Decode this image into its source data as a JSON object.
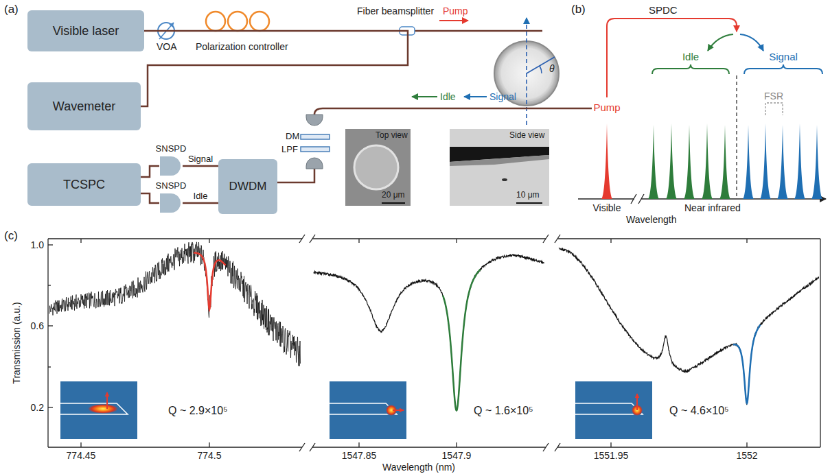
{
  "diagram": {
    "nodes": [
      {
        "text": [
          "Visible laser"
        ]
      },
      {
        "text": [
          "Wavemeter"
        ]
      },
      {
        "text": [
          "TCSPC"
        ]
      },
      {
        "text": [
          "SNSPD"
        ]
      },
      {
        "text": [
          "SNSPD"
        ]
      },
      {
        "text": [
          "DWDM"
        ]
      }
    ],
    "edges": [
      {
        "from": 0,
        "to": 1,
        "arrow": "none"
      },
      {
        "from": 5,
        "to": 3,
        "label": "Signal",
        "arrow": "none"
      },
      {
        "from": 5,
        "to": 4,
        "label": "Idle",
        "arrow": "none"
      },
      {
        "from": 3,
        "to": 2,
        "arrow": "none"
      },
      {
        "from": 4,
        "to": 2,
        "arrow": "none"
      }
    ],
    "labels": [
      "(a)",
      "VOA",
      "Polarization controller",
      "Fiber beamsplitter",
      "Pump",
      "θ",
      "Idle",
      "Signal",
      "DM",
      "LPF",
      "Top view",
      "20 μm",
      "Side view",
      "10 μm",
      "(b)",
      "SPDC",
      "Pump",
      "Idle",
      "Signal",
      "FSR",
      "Visible",
      "Near infrared",
      "Wavelength",
      "(c)",
      "1.0",
      "0.6",
      "0.2",
      "Transmission (a.u.)",
      "774.45",
      "774.5",
      "1547.85",
      "1547.9",
      "1551.95",
      "1552",
      "Wavelength (nm)",
      "Q ~ 2.9×10⁵",
      "Q ~ 1.6×10⁵",
      "Q ~ 4.6×10⁵"
    ]
  }
}
